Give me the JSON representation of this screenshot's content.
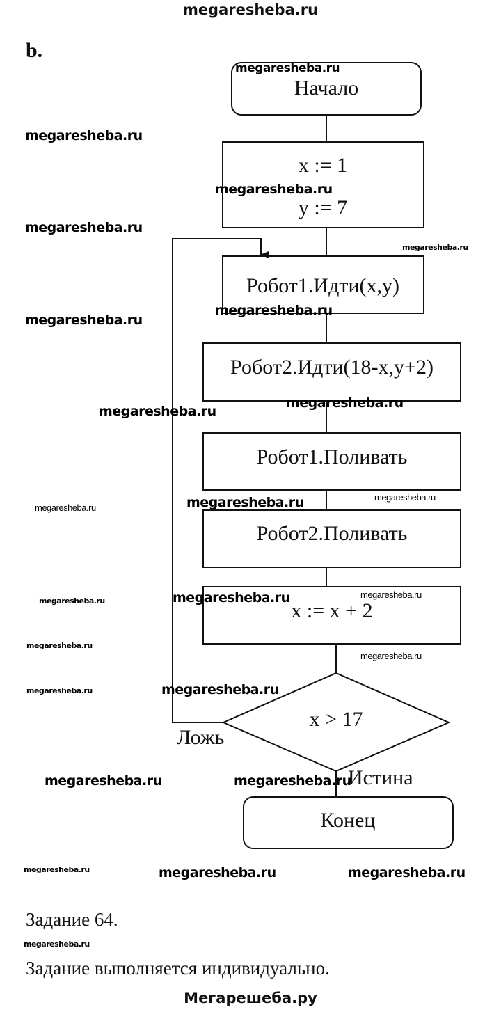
{
  "header": "megaresheba.ru",
  "part_label": "b.",
  "flowchart": {
    "start": "Начало",
    "init": [
      "x := 1",
      "y := 7"
    ],
    "step1": "Робот1.Идти(x,y)",
    "step2": "Робот2.Идти(18-x,y+2)",
    "step3": "Робот1.Поливать",
    "step4": "Робот2.Поливать",
    "step5": "x := x + 2",
    "condition": "x > 17",
    "false_label": "Ложь",
    "true_label": "Истина",
    "end": "Конец"
  },
  "task": {
    "title": "Задание 64.",
    "text": "Задание выполняется индивидуально."
  },
  "footer": "Мегарешеба.ру",
  "watermark_text": "megaresheba.ru"
}
